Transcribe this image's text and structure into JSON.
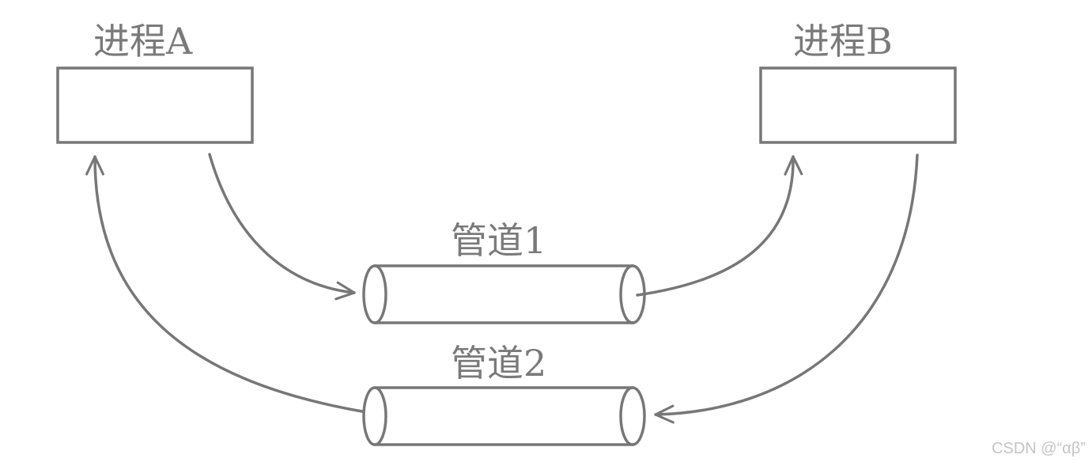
{
  "nodes": {
    "process_a": "进程A",
    "process_b": "进程B",
    "pipe_1": "管道1",
    "pipe_2": "管道2"
  },
  "edges": [
    {
      "from": "进程A",
      "to": "管道1"
    },
    {
      "from": "管道1",
      "to": "进程B"
    },
    {
      "from": "进程B",
      "to": "管道2"
    },
    {
      "from": "管道2",
      "to": "进程A"
    }
  ],
  "watermark": "CSDN @“αβ”",
  "colors": {
    "stroke": "#777777",
    "label": "#7a7a7a",
    "watermark": "#c4c4c4"
  }
}
